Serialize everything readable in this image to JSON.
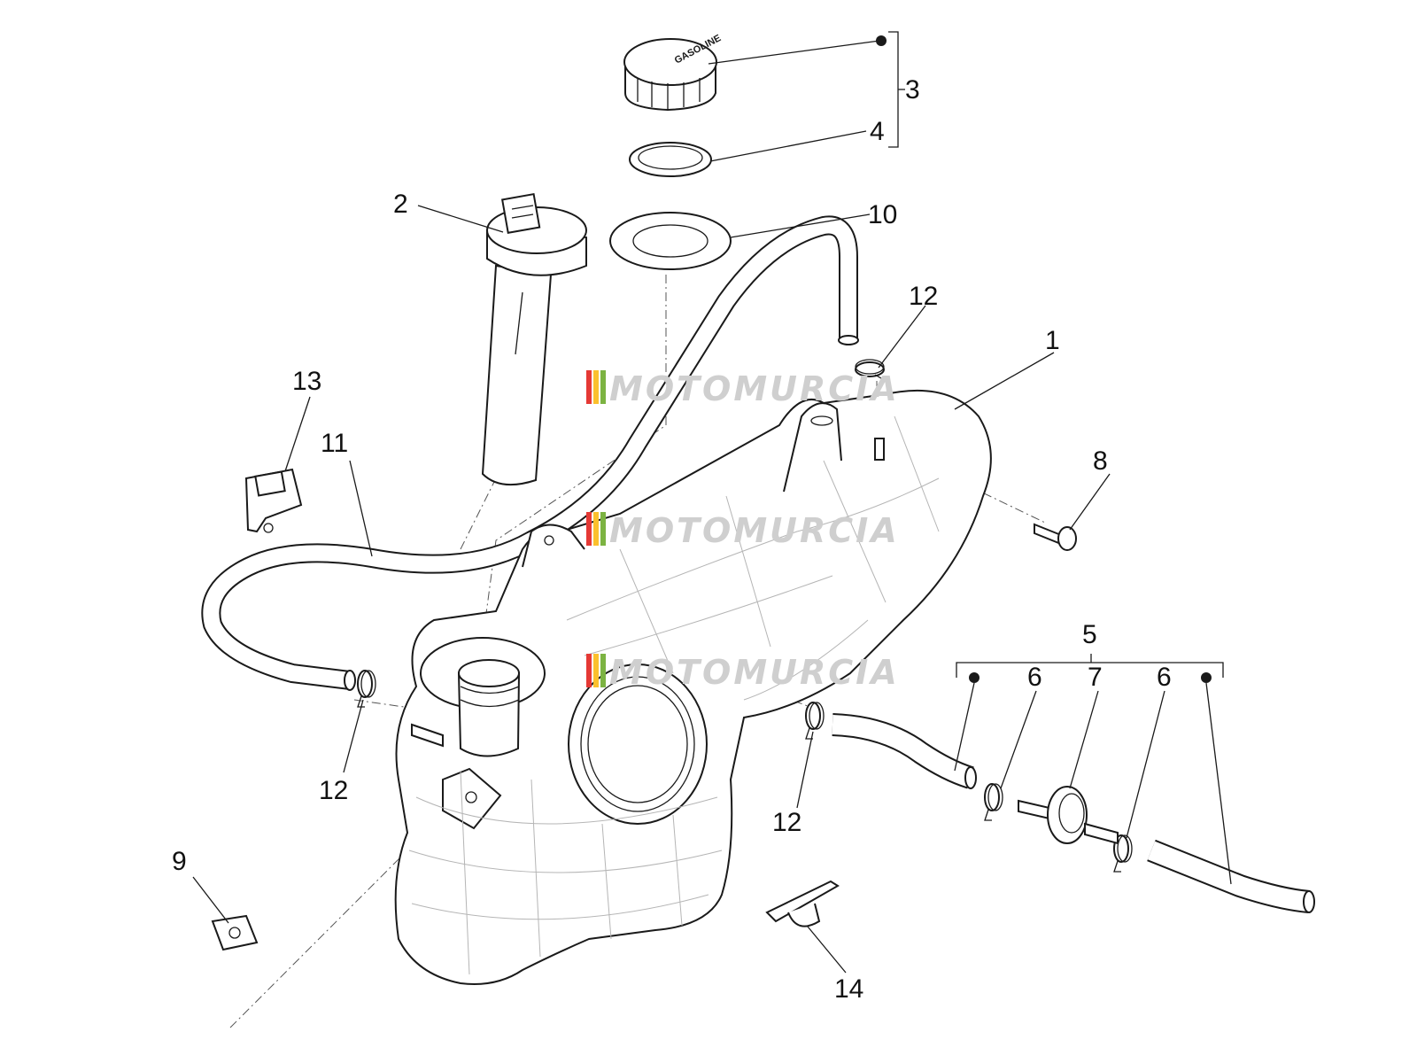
{
  "watermark": {
    "text": "MOTOMURCIA",
    "colors": [
      "#e53935",
      "#fbc02d",
      "#7cb342",
      "#cfcfcf"
    ]
  },
  "callouts": [
    {
      "id": "c1",
      "label": "1"
    },
    {
      "id": "c2",
      "label": "2"
    },
    {
      "id": "c3",
      "label": "3"
    },
    {
      "id": "c4",
      "label": "4"
    },
    {
      "id": "c5",
      "label": "5"
    },
    {
      "id": "c6a",
      "label": "6"
    },
    {
      "id": "c6b",
      "label": "6"
    },
    {
      "id": "c7",
      "label": "7"
    },
    {
      "id": "c8",
      "label": "8"
    },
    {
      "id": "c9",
      "label": "9"
    },
    {
      "id": "c10",
      "label": "10"
    },
    {
      "id": "c11",
      "label": "11"
    },
    {
      "id": "c12a",
      "label": "12"
    },
    {
      "id": "c12b",
      "label": "12"
    },
    {
      "id": "c12c",
      "label": "12"
    },
    {
      "id": "c13",
      "label": "13"
    },
    {
      "id": "c14",
      "label": "14"
    }
  ],
  "cap_text": "GASOLINE",
  "colors": {
    "line": "#1a1a1a",
    "background": "#ffffff",
    "label": "#111111"
  }
}
